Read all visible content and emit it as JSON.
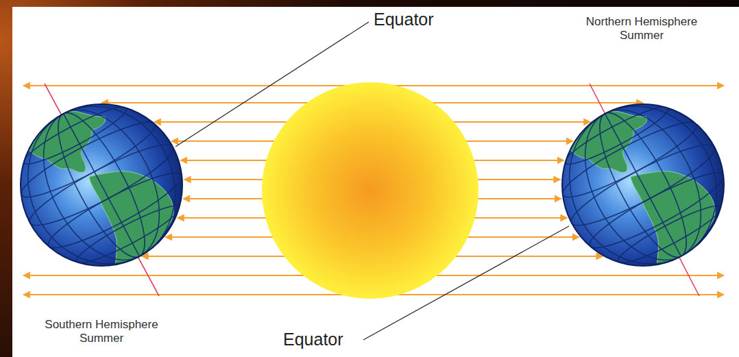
{
  "diagram": {
    "labels": [
      "Equator",
      "Northern Hemisphere Summer",
      "Southern Hemisphere Summer",
      "Equator"
    ]
  }
}
